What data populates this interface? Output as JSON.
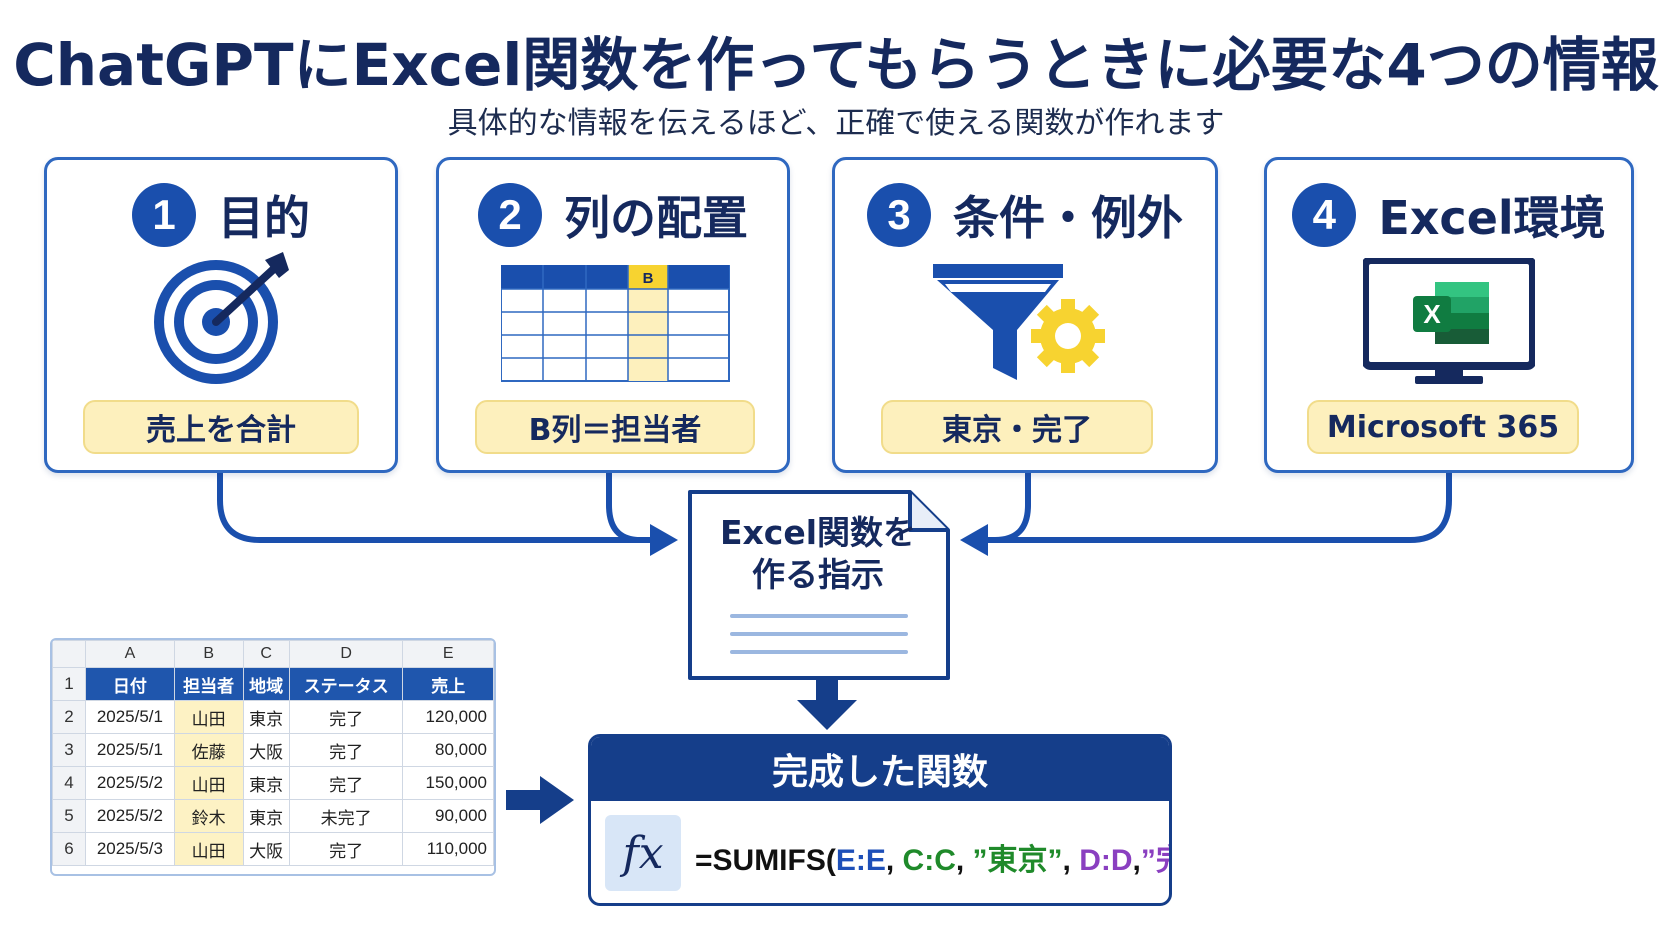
{
  "title": "ChatGPTにExcel関数を作ってもらうときに必要な4つの情報",
  "subtitle": "具体的な情報を伝えるほど、正確で使える関数が作れます",
  "cards": [
    {
      "number": "1",
      "title": "目的",
      "icon": "target-icon",
      "value": "売上を合計"
    },
    {
      "number": "2",
      "title": "列の配置",
      "icon": "table-icon",
      "highlight_column": "B",
      "value": "B列＝担当者"
    },
    {
      "number": "3",
      "title": "条件・例外",
      "icon": "funnel-gear-icon",
      "value": "東京・完了"
    },
    {
      "number": "4",
      "title": "Excel環境",
      "icon": "excel-monitor-icon",
      "value": "Microsoft 365"
    }
  ],
  "instruction": {
    "line1": "Excel関数を",
    "line2": "作る指示"
  },
  "result": {
    "heading": "完成した関数",
    "fx_label": "fx",
    "formula_parts": [
      {
        "text": "=SUMIFS(",
        "color": "#111111"
      },
      {
        "text": "E:E",
        "color": "#1d4fb8"
      },
      {
        "text": ", ",
        "color": "#111111"
      },
      {
        "text": "C:C",
        "color": "#1f8a2a"
      },
      {
        "text": ", ",
        "color": "#111111"
      },
      {
        "text": "”東京”",
        "color": "#1f8a2a"
      },
      {
        "text": ", ",
        "color": "#111111"
      },
      {
        "text": "D:D",
        "color": "#8a3fc0"
      },
      {
        "text": ",",
        "color": "#111111"
      },
      {
        "text": "”完了”",
        "color": "#8a3fc0"
      },
      {
        "text": ")",
        "color": "#111111"
      }
    ]
  },
  "spreadsheet": {
    "column_letters": [
      "A",
      "B",
      "C",
      "D",
      "E"
    ],
    "header_row_number": "1",
    "headers": [
      "日付",
      "担当者",
      "地域",
      "ステータス",
      "売上"
    ],
    "rows": [
      {
        "n": "2",
        "cells": [
          "2025/5/1",
          "山田",
          "東京",
          "完了",
          "120,000"
        ]
      },
      {
        "n": "3",
        "cells": [
          "2025/5/1",
          "佐藤",
          "大阪",
          "完了",
          "80,000"
        ]
      },
      {
        "n": "4",
        "cells": [
          "2025/5/2",
          "山田",
          "東京",
          "完了",
          "150,000"
        ]
      },
      {
        "n": "5",
        "cells": [
          "2025/5/2",
          "鈴木",
          "東京",
          "未完了",
          "90,000"
        ]
      },
      {
        "n": "6",
        "cells": [
          "2025/5/3",
          "山田",
          "大阪",
          "完了",
          "110,000"
        ]
      }
    ]
  },
  "colors": {
    "primary": "#1a4fad",
    "navy": "#153e8a",
    "pill": "#fdf0bd",
    "accent_yellow": "#f7d330"
  }
}
